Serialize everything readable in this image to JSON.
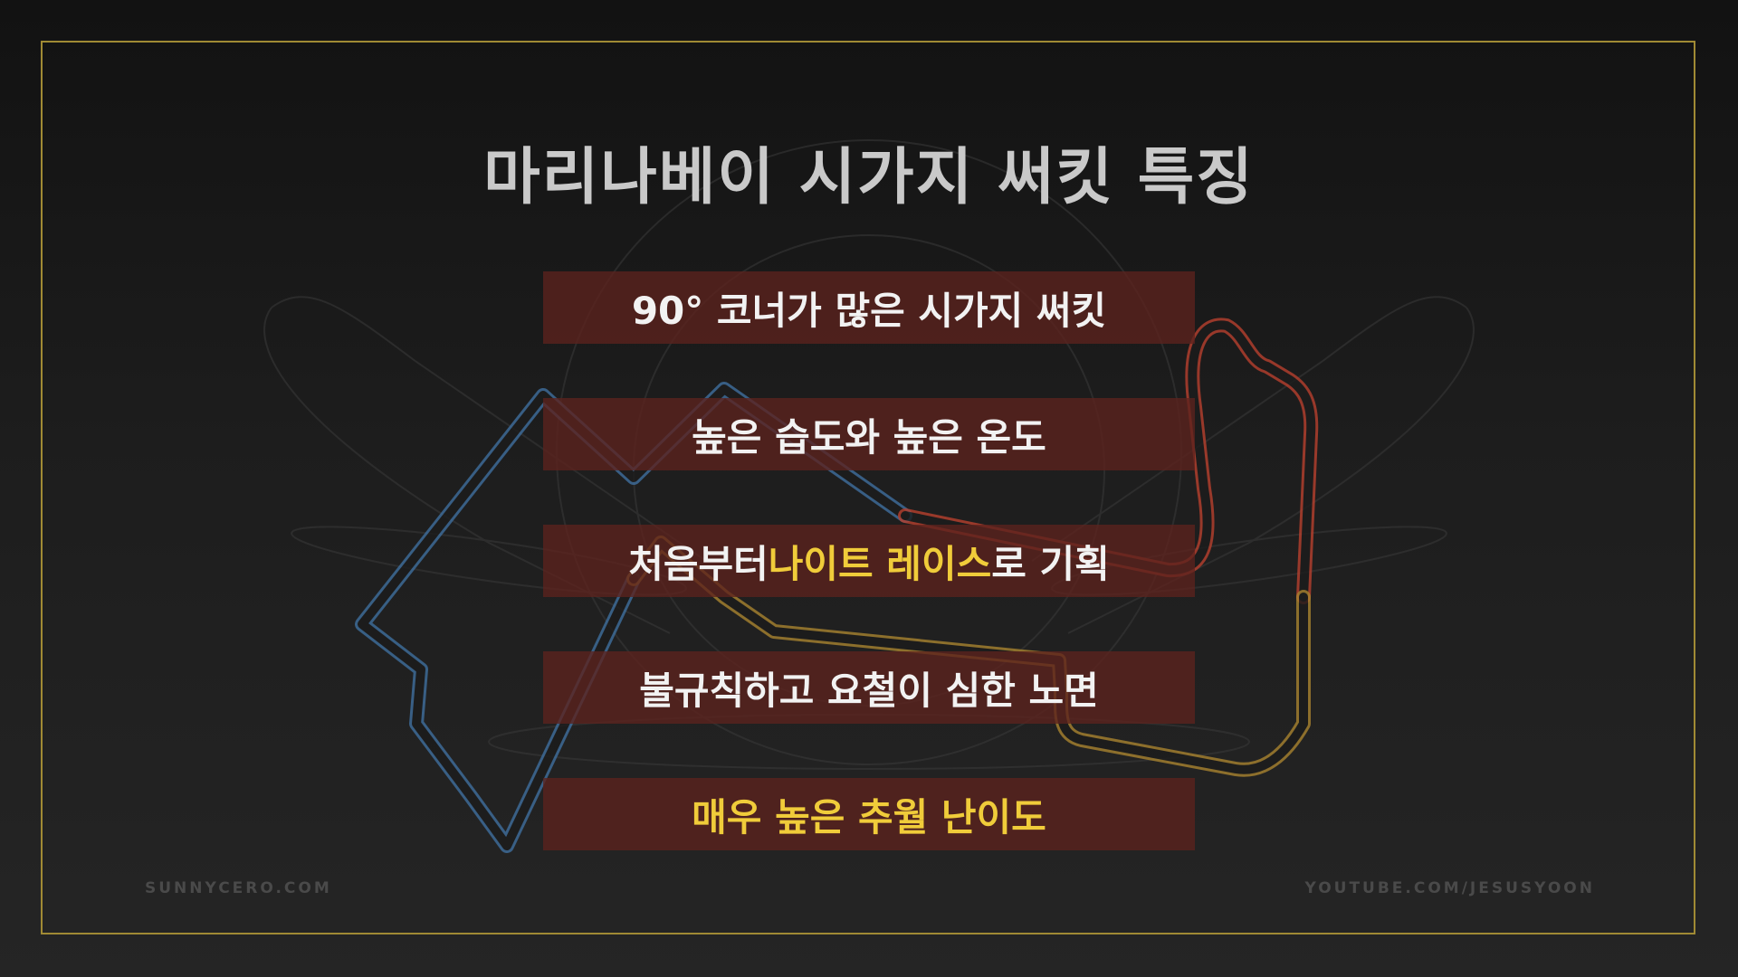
{
  "slide": {
    "title": "마리나베이 시가지 써킷 특징",
    "points": [
      {
        "parts": [
          "90° 코너가 많은 시가지 써킷"
        ],
        "highlight": [
          false
        ]
      },
      {
        "parts": [
          "높은 습도와 높은 온도"
        ],
        "highlight": [
          false
        ]
      },
      {
        "parts": [
          "처음부터 ",
          "나이트 레이스",
          "로 기획"
        ],
        "highlight": [
          false,
          true,
          false
        ]
      },
      {
        "parts": [
          "불규칙하고 요철이 심한 노면"
        ],
        "highlight": [
          false
        ]
      },
      {
        "parts": [
          "매우 높은 추월 난이도"
        ],
        "highlight": [
          true
        ]
      }
    ]
  },
  "footer": {
    "left": "SUNNYCERO.COM",
    "right": "YOUTUBE.COM/JESUSYOON"
  },
  "colors": {
    "frame": "#a08a34",
    "highlight": "#f0cc3a",
    "box": "#5c221e",
    "title": "#c9c9c9",
    "track_blue": "#3f6f9e",
    "track_red": "#b8402e",
    "track_gold": "#a8832f"
  }
}
